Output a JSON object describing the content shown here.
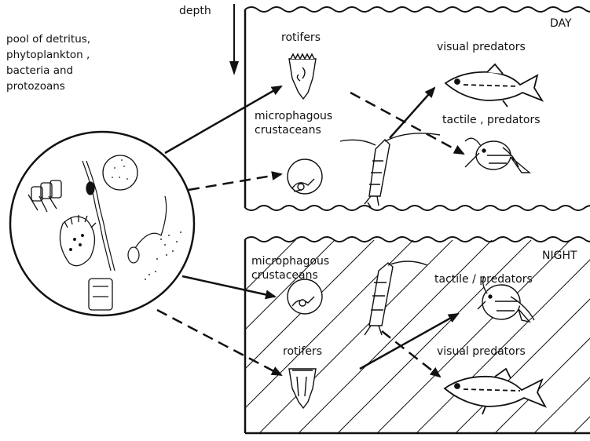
{
  "depth_label": "depth",
  "pool": {
    "lines": [
      "pool of detritus,",
      "phytoplankton ,",
      "bacteria and",
      "protozoans"
    ]
  },
  "day_panel": {
    "title": "DAY",
    "rotifers": "rotifers",
    "visual_predators": "visual predators",
    "crustaceans_line1": "microphagous",
    "crustaceans_line2": "crustaceans",
    "tactile_predators": "tactile , predators"
  },
  "night_panel": {
    "title": "NIGHT",
    "crustaceans_line1": "microphagous",
    "crustaceans_line2": "crustaceans",
    "tactile_predators": "tactile / predators",
    "rotifers": "rotifers",
    "visual_predators": "visual predators"
  },
  "colors": {
    "ink": "#111111",
    "background": "#ffffff"
  }
}
